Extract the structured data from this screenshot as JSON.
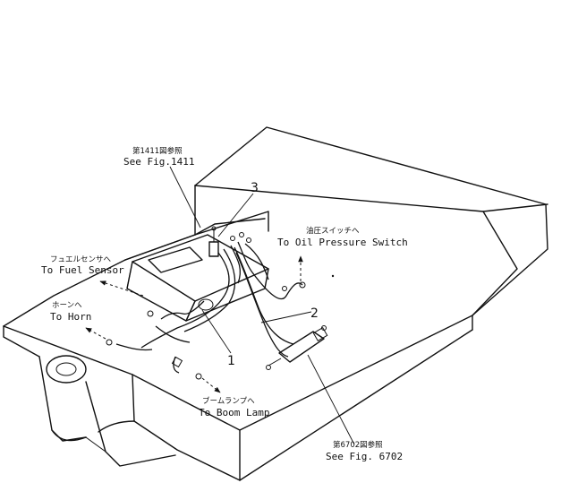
{
  "labels": {
    "fig1411_jp": "第1411図参照",
    "fig1411_en": "See Fig.1411",
    "fuel_jp": "フュエルセンサへ",
    "fuel_en": "To Fuel Sensor",
    "horn_jp": "ホーンへ",
    "horn_en": "To Horn",
    "oil_jp": "油圧スイッチへ",
    "oil_en": "To Oil Pressure Switch",
    "boom_jp": "ブームランプへ",
    "boom_en": "To Boom Lamp",
    "fig6702_jp": "第6702図参照",
    "fig6702_en": "See Fig. 6702"
  },
  "callouts": {
    "c1": "1",
    "c2": "2",
    "c3": "3"
  }
}
